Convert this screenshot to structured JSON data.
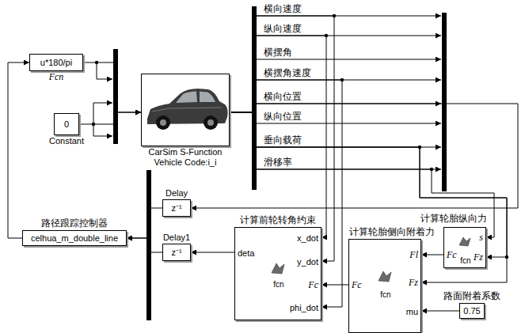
{
  "diagram": {
    "nodes": [
      {
        "text": [
          "u*180/pi",
          "Fcn"
        ]
      },
      {
        "text": [
          "0",
          "Constant"
        ]
      },
      {
        "text": [
          "CarSim S-Function Vehicle Code:i_i"
        ]
      },
      {
        "text": [
          "Delay",
          "z⁻¹"
        ]
      },
      {
        "text": [
          "路径跟踪控制器",
          "celhua_m_double_line"
        ]
      },
      {
        "text": [
          "Delay1",
          "z⁻¹"
        ]
      },
      {
        "text": [
          "计算前轮转角约束",
          "x_dot",
          "y_dot",
          "Fc",
          "phi_dot",
          "deta",
          "fcn"
        ]
      },
      {
        "text": [
          "计算轮胎纵向力",
          "s",
          "Fc",
          "Fz",
          "fcn"
        ]
      },
      {
        "text": [
          "计算轮胎侧向附着力",
          "Fl",
          "Fz",
          "mu",
          "Fc",
          "fcn"
        ]
      },
      {
        "text": [
          "路面附着系数",
          "0.75"
        ]
      }
    ],
    "edges": [
      {
        "from": 0,
        "to": 2,
        "arrow": "to"
      },
      {
        "from": 1,
        "to": 2,
        "arrow": "to"
      },
      {
        "from": 2,
        "to": 3,
        "arrow": "to"
      },
      {
        "from": 2,
        "to": 6,
        "arrow": "to"
      },
      {
        "from": 2,
        "to": 6,
        "arrow": "to"
      },
      {
        "from": 2,
        "to": 6,
        "arrow": "to"
      },
      {
        "from": 2,
        "to": 7,
        "arrow": "to"
      },
      {
        "from": 2,
        "to": 7,
        "arrow": "to"
      },
      {
        "from": 2,
        "to": 8,
        "arrow": "to"
      },
      {
        "from": 7,
        "to": 8,
        "arrow": "to"
      },
      {
        "from": 8,
        "to": 6,
        "arrow": "to"
      },
      {
        "from": 6,
        "to": 5,
        "arrow": "to"
      },
      {
        "from": 3,
        "to": 4,
        "arrow": "to"
      },
      {
        "from": 5,
        "to": 4,
        "arrow": "to"
      },
      {
        "from": 4,
        "to": 0,
        "arrow": "to"
      },
      {
        "from": 9,
        "to": 8,
        "arrow": "to"
      }
    ],
    "labels": [
      "横向速度",
      "纵向速度",
      "横摆角",
      "横摆角速度",
      "横向位置",
      "纵向位置",
      "垂向载荷",
      "滑移率"
    ]
  }
}
